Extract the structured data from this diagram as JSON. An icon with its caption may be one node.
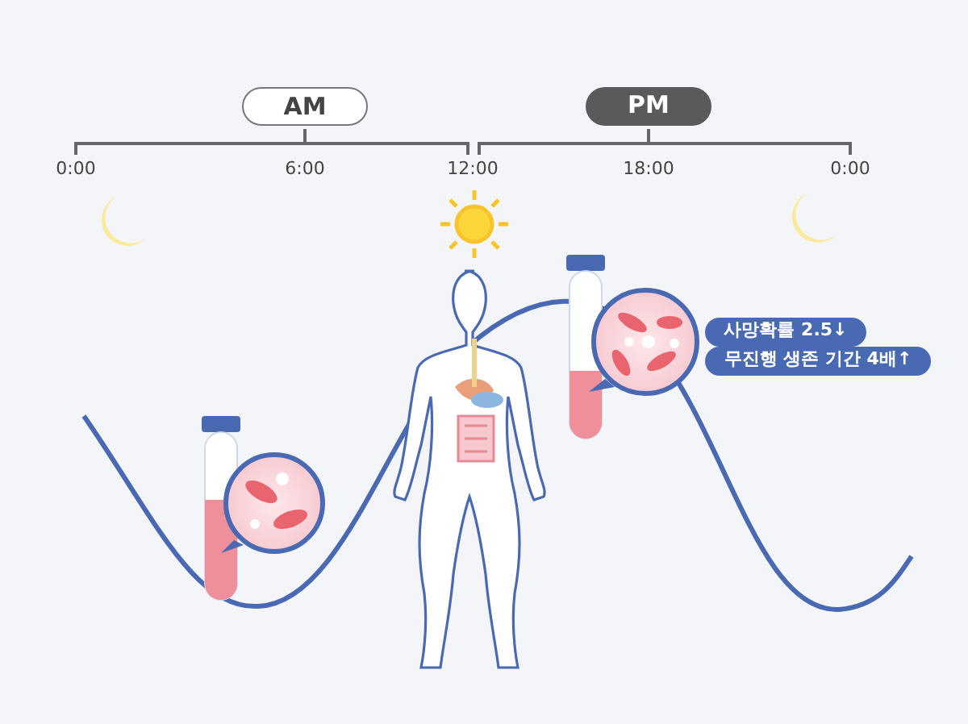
{
  "diagram": {
    "nodes": [
      {
        "text": [
          "AM"
        ]
      },
      {
        "text": [
          "PM"
        ]
      },
      {
        "text": [
          "사망확률 2.5↓"
        ]
      },
      {
        "text": [
          "무진행 생존 기간 4배↑"
        ]
      }
    ],
    "edges": [],
    "labels": [
      "0:00",
      "6:00",
      "12:00",
      "18:00",
      "0:00"
    ]
  }
}
